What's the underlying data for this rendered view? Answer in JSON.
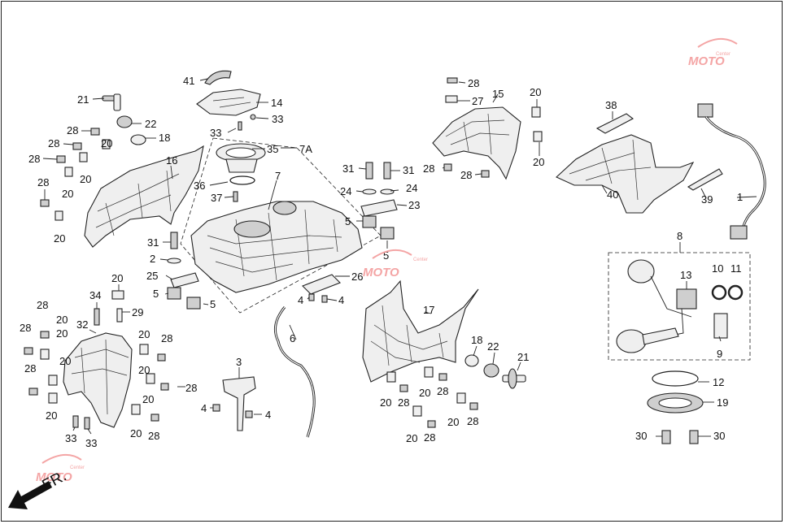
{
  "direction_marker": {
    "text": "FR.",
    "icon": "arrow-down-left-icon"
  },
  "watermark": {
    "text": "MOTO",
    "subtext": "Center",
    "color": "#f4a5a5"
  },
  "callouts": [
    {
      "id": "c-41a",
      "label": "41"
    },
    {
      "id": "c-14",
      "label": "14"
    },
    {
      "id": "c-33a",
      "label": "33"
    },
    {
      "id": "c-33b",
      "label": "33"
    },
    {
      "id": "c-35",
      "label": "35"
    },
    {
      "id": "c-7a",
      "label": "7A"
    },
    {
      "id": "c-36",
      "label": "36"
    },
    {
      "id": "c-37",
      "label": "37"
    },
    {
      "id": "c-7",
      "label": "7"
    },
    {
      "id": "c-21a",
      "label": "21"
    },
    {
      "id": "c-22a",
      "label": "22"
    },
    {
      "id": "c-18a",
      "label": "18"
    },
    {
      "id": "c-28a",
      "label": "28"
    },
    {
      "id": "c-28b",
      "label": "28"
    },
    {
      "id": "c-28c",
      "label": "28"
    },
    {
      "id": "c-20a",
      "label": "20"
    },
    {
      "id": "c-20b",
      "label": "20"
    },
    {
      "id": "c-16",
      "label": "16"
    },
    {
      "id": "c-28d",
      "label": "28"
    },
    {
      "id": "c-20c",
      "label": "20"
    },
    {
      "id": "c-20d",
      "label": "20"
    },
    {
      "id": "c-31a",
      "label": "31"
    },
    {
      "id": "c-2",
      "label": "2"
    },
    {
      "id": "c-25",
      "label": "25"
    },
    {
      "id": "c-5a",
      "label": "5"
    },
    {
      "id": "c-5b",
      "label": "5"
    },
    {
      "id": "c-31b",
      "label": "31"
    },
    {
      "id": "c-31c",
      "label": "31"
    },
    {
      "id": "c-24a",
      "label": "24"
    },
    {
      "id": "c-24b",
      "label": "24"
    },
    {
      "id": "c-23",
      "label": "23"
    },
    {
      "id": "c-5c",
      "label": "5"
    },
    {
      "id": "c-5d",
      "label": "5"
    },
    {
      "id": "c-26",
      "label": "26"
    },
    {
      "id": "c-4a",
      "label": "4"
    },
    {
      "id": "c-4b",
      "label": "4"
    },
    {
      "id": "c-28e",
      "label": "28"
    },
    {
      "id": "c-27",
      "label": "27"
    },
    {
      "id": "c-15",
      "label": "15"
    },
    {
      "id": "c-20e",
      "label": "20"
    },
    {
      "id": "c-20f",
      "label": "20"
    },
    {
      "id": "c-28f",
      "label": "28"
    },
    {
      "id": "c-28g",
      "label": "28"
    },
    {
      "id": "c-38",
      "label": "38"
    },
    {
      "id": "c-40",
      "label": "40"
    },
    {
      "id": "c-39",
      "label": "39"
    },
    {
      "id": "c-1",
      "label": "1"
    },
    {
      "id": "c-8",
      "label": "8"
    },
    {
      "id": "c-13",
      "label": "13"
    },
    {
      "id": "c-10",
      "label": "10"
    },
    {
      "id": "c-11",
      "label": "11"
    },
    {
      "id": "c-9",
      "label": "9"
    },
    {
      "id": "c-12",
      "label": "12"
    },
    {
      "id": "c-19",
      "label": "19"
    },
    {
      "id": "c-30a",
      "label": "30"
    },
    {
      "id": "c-30b",
      "label": "30"
    },
    {
      "id": "c-20g",
      "label": "20"
    },
    {
      "id": "c-34",
      "label": "34"
    },
    {
      "id": "c-29",
      "label": "29"
    },
    {
      "id": "c-28h",
      "label": "28"
    },
    {
      "id": "c-20h",
      "label": "20"
    },
    {
      "id": "c-28i",
      "label": "28"
    },
    {
      "id": "c-32",
      "label": "32"
    },
    {
      "id": "c-20i",
      "label": "20"
    },
    {
      "id": "c-20j",
      "label": "20"
    },
    {
      "id": "c-20k",
      "label": "20"
    },
    {
      "id": "c-28j",
      "label": "28"
    },
    {
      "id": "c-28k",
      "label": "28"
    },
    {
      "id": "c-20l",
      "label": "20"
    },
    {
      "id": "c-28l",
      "label": "28"
    },
    {
      "id": "c-20m",
      "label": "20"
    },
    {
      "id": "c-20n",
      "label": "20"
    },
    {
      "id": "c-28m",
      "label": "28"
    },
    {
      "id": "c-20o",
      "label": "20"
    },
    {
      "id": "c-33c",
      "label": "33"
    },
    {
      "id": "c-33d",
      "label": "33"
    },
    {
      "id": "c-6",
      "label": "6"
    },
    {
      "id": "c-3",
      "label": "3"
    },
    {
      "id": "c-4c",
      "label": "4"
    },
    {
      "id": "c-4d",
      "label": "4"
    },
    {
      "id": "c-17",
      "label": "17"
    },
    {
      "id": "c-18b",
      "label": "18"
    },
    {
      "id": "c-22b",
      "label": "22"
    },
    {
      "id": "c-21b",
      "label": "21"
    },
    {
      "id": "c-20p",
      "label": "20"
    },
    {
      "id": "c-28n",
      "label": "28"
    },
    {
      "id": "c-20q",
      "label": "20"
    },
    {
      "id": "c-28o",
      "label": "28"
    },
    {
      "id": "c-20r",
      "label": "20"
    },
    {
      "id": "c-28p",
      "label": "28"
    },
    {
      "id": "c-20s",
      "label": "20"
    },
    {
      "id": "c-28q",
      "label": "28"
    }
  ]
}
